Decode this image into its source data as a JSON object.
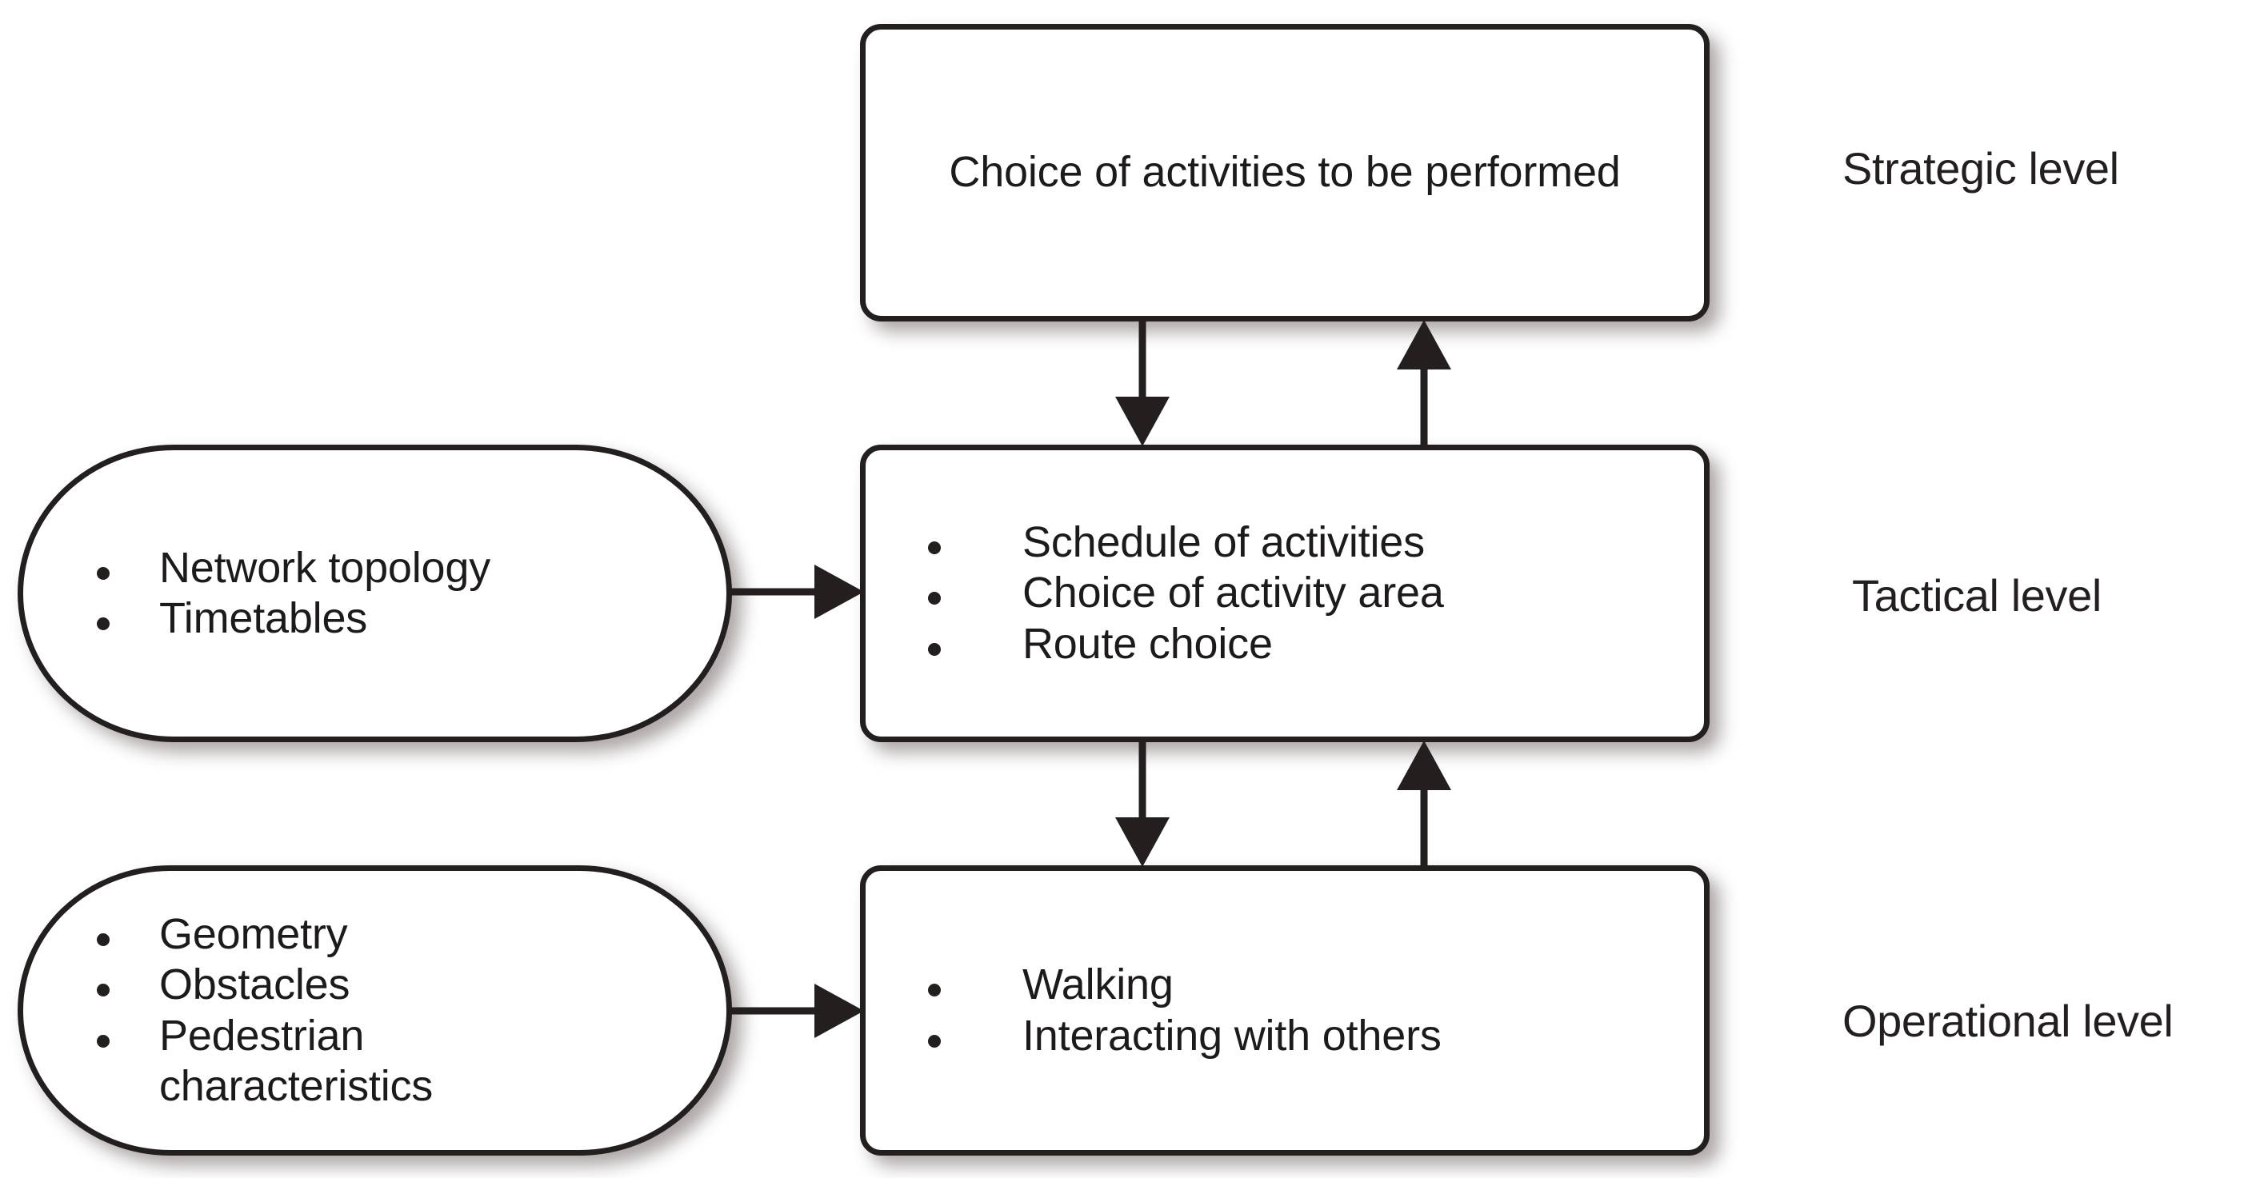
{
  "diagram": {
    "title_text": "",
    "palette": {
      "stroke": "#231f1f",
      "fill": "#ffffff",
      "background": "#ffffff",
      "text": "#1c1a1a",
      "shadow": "rgba(60,45,45,0.42)"
    },
    "nodes": {
      "strategic_main": {
        "shape": "rounded-rectangle",
        "lines": [
          "Choice of activities to be performed"
        ]
      },
      "tactical_main": {
        "shape": "rounded-rectangle",
        "bullets": [
          "Schedule of activities",
          "Choice of activity area",
          "Route choice"
        ]
      },
      "operational_main": {
        "shape": "rounded-rectangle",
        "bullets": [
          "Walking",
          "Interacting with others"
        ]
      },
      "tactical_input": {
        "shape": "stadium",
        "bullets": [
          "Network topology",
          "Timetables"
        ]
      },
      "operational_input": {
        "shape": "stadium",
        "bullets": [
          "Geometry",
          "Obstacles",
          "Pedestrian characteristics"
        ]
      }
    },
    "level_labels": {
      "strategic": "Strategic level",
      "tactical": "Tactical level",
      "operational": "Operational level"
    },
    "connectors": [
      {
        "name": "strategic-to-tactical",
        "direction": "down"
      },
      {
        "name": "tactical-to-strategic",
        "direction": "up"
      },
      {
        "name": "tactical-to-operational",
        "direction": "down"
      },
      {
        "name": "operational-to-tactical",
        "direction": "up"
      },
      {
        "name": "tactical-input-to-tactical",
        "direction": "right"
      },
      {
        "name": "operational-input-to-operational",
        "direction": "right"
      }
    ]
  }
}
